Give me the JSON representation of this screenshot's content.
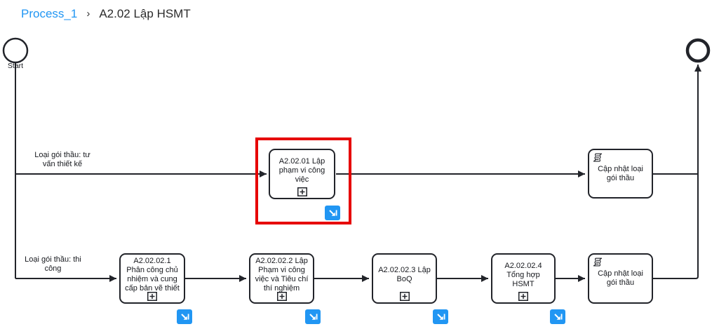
{
  "breadcrumb": {
    "items": [
      {
        "label": "Process_1",
        "type": "link"
      },
      {
        "label": "A2.02 Lập HSMT",
        "type": "current"
      }
    ],
    "separator": "›"
  },
  "diagram": {
    "start_event_label": "Start",
    "flow_labels": {
      "consulting": "Loại gói thầu: tư vấn thiết kế",
      "construction": "Loại gói thầu: thi công"
    },
    "tasks": {
      "a2_02_01": {
        "label": "A2.02.01 Lập phạm vi công việc",
        "kind": "collapsed-subprocess",
        "highlighted": true
      },
      "update_top": {
        "label": "Cập nhật loại gói thầu",
        "kind": "script-task"
      },
      "a2_02_02_1": {
        "label": "A2.02.02.1 Phân công chủ nhiệm và cung cấp bản vẽ thiết",
        "kind": "collapsed-subprocess"
      },
      "a2_02_02_2": {
        "label": "A2.02.02.2 Lập Phạm vi công việc và Tiêu chí thí nghiệm",
        "kind": "collapsed-subprocess"
      },
      "a2_02_02_3": {
        "label": "A2.02.02.3 Lập BoQ",
        "kind": "collapsed-subprocess"
      },
      "a2_02_02_4": {
        "label": "A2.02.02.4 Tổng hợp HSMT",
        "kind": "collapsed-subprocess"
      },
      "update_bottom": {
        "label": "Cập nhật loại gói thầu",
        "kind": "script-task"
      }
    },
    "colors": {
      "link_blue": "#2196f3",
      "drilldown_badge_blue": "#2196f3",
      "highlight_red": "#e60000",
      "stroke_dark": "#22242a"
    }
  }
}
